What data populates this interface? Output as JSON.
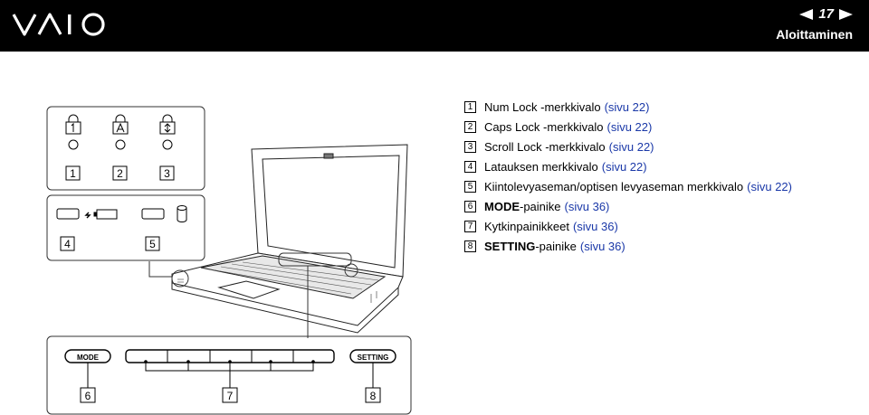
{
  "header": {
    "logo_text": "VAIO",
    "page_number": "17",
    "section_title": "Aloittaminen"
  },
  "figure": {
    "mode_button_label": "MODE",
    "setting_button_label": "SETTING",
    "callouts": [
      "1",
      "2",
      "3",
      "4",
      "5",
      "6",
      "7",
      "8"
    ],
    "indicator_icons": [
      "num-lock",
      "caps-lock",
      "scroll-lock",
      "charge",
      "disk-drive"
    ]
  },
  "legend": [
    {
      "num": "1",
      "text_bold": "",
      "text": "Num Lock -merkkivalo",
      "link": "(sivu 22)"
    },
    {
      "num": "2",
      "text_bold": "",
      "text": "Caps Lock -merkkivalo",
      "link": "(sivu 22)"
    },
    {
      "num": "3",
      "text_bold": "",
      "text": "Scroll Lock -merkkivalo",
      "link": "(sivu 22)"
    },
    {
      "num": "4",
      "text_bold": "",
      "text": "Latauksen merkkivalo",
      "link": "(sivu 22)"
    },
    {
      "num": "5",
      "text_bold": "",
      "text": "Kiintolevyaseman/optisen levyaseman merkkivalo",
      "link": "(sivu 22)"
    },
    {
      "num": "6",
      "text_bold": "MODE",
      "text": "-painike",
      "link": "(sivu 36)"
    },
    {
      "num": "7",
      "text_bold": "",
      "text": "Kytkinpainikkeet",
      "link": "(sivu 36)"
    },
    {
      "num": "8",
      "text_bold": "SETTING",
      "text": "-painike",
      "link": "(sivu 36)"
    }
  ]
}
